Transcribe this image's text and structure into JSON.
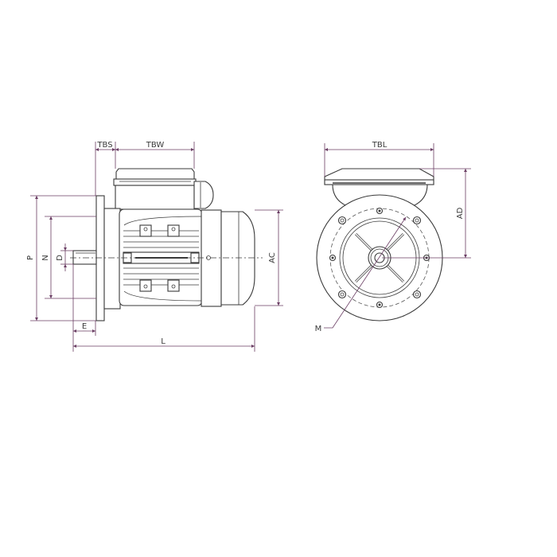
{
  "colors": {
    "dimension_line": "#6a3d63",
    "outline": "#3a3a3a",
    "background": "#ffffff"
  },
  "side_view": {
    "labels": {
      "tbs": "TBS",
      "tbw": "TBW",
      "p": "P",
      "n": "N",
      "d": "D",
      "e": "E",
      "l": "L",
      "ac": "AC"
    }
  },
  "front_view": {
    "labels": {
      "tbl": "TBL",
      "ad": "AD",
      "m": "M"
    }
  }
}
